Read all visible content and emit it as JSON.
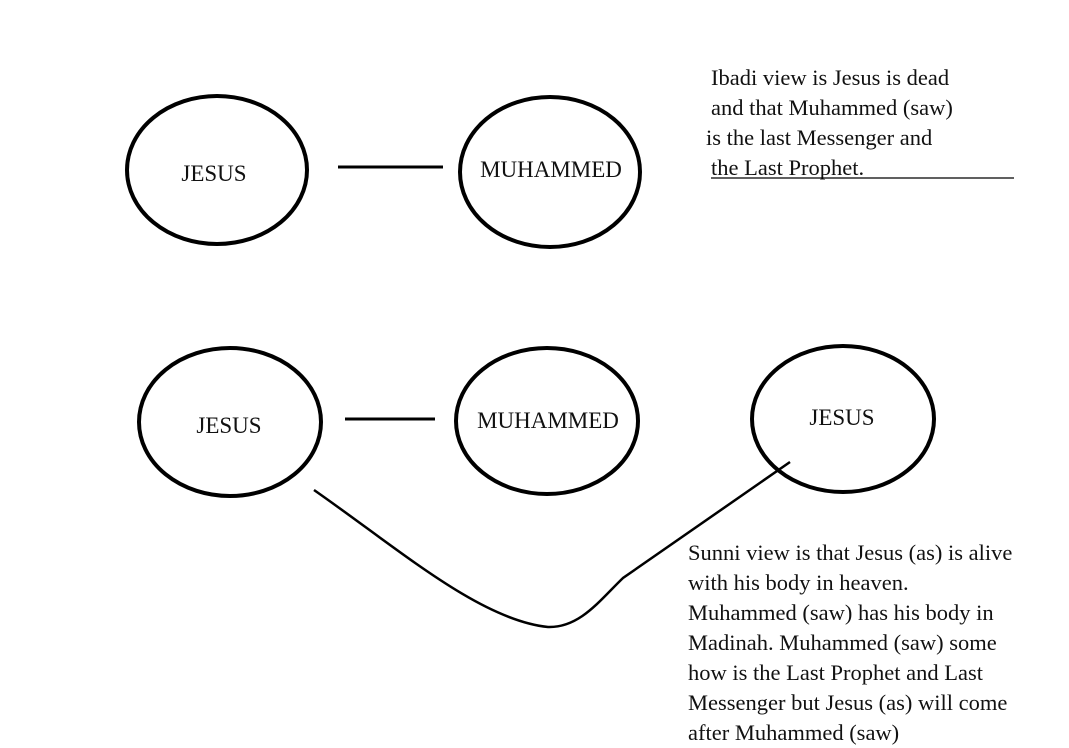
{
  "ibadi": {
    "nodes": [
      "JESUS",
      "MUHAMMED"
    ],
    "note_lines": [
      "Ibadi view is Jesus is dead",
      "and that Muhammed (saw)",
      "is the last Messenger and",
      "the Last Prophet."
    ]
  },
  "sunni": {
    "nodes": [
      "JESUS",
      "MUHAMMED",
      "JESUS"
    ],
    "note_lines": [
      "Sunni view is that Jesus (as) is alive",
      "with his body in heaven.",
      "Muhammed (saw) has his body in",
      "Madinah. Muhammed (saw) some",
      "how is the Last Prophet and Last",
      "Messenger but Jesus (as) will come",
      "after Muhammed (saw)"
    ]
  },
  "colors": {
    "stroke": "#000000",
    "background": "#ffffff"
  }
}
